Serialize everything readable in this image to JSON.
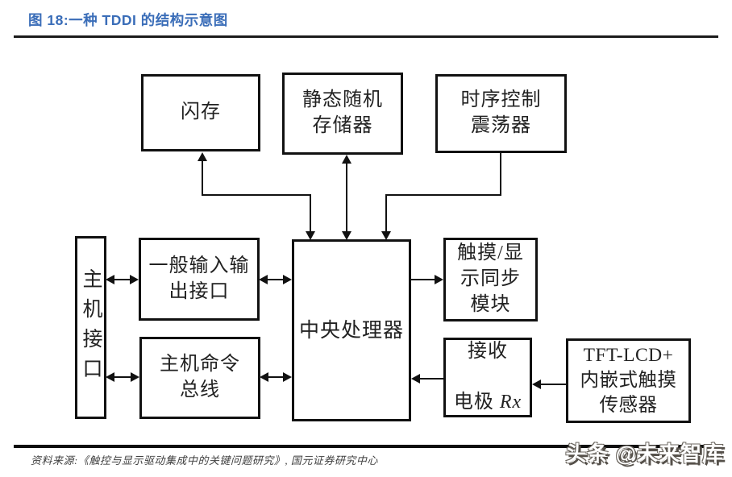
{
  "figure": {
    "title": "图 18:一种 TDDI 的结构示意图",
    "source_line": "资料来源:《触控与显示驱动集成中的关键问题研究》, 国元证券研究中心",
    "watermark": "头条 @未来智库"
  },
  "nodes": {
    "flash": {
      "label": "闪存"
    },
    "sram": {
      "label": "静态随机\n存储器"
    },
    "osc": {
      "label": "时序控制\n震荡器"
    },
    "hostif": {
      "label": "主机接口"
    },
    "gpio": {
      "label": "一般输入输\n出接口"
    },
    "hostbus": {
      "label": "主机命令\n总线"
    },
    "cpu": {
      "label": "中央处理器"
    },
    "touchsync": {
      "label": "触摸/显\n示同步\n模块"
    },
    "rx": {
      "line1": "接收",
      "line2_prefix": "电极 ",
      "line2_italic": "Rx"
    },
    "tft": {
      "label": "TFT-LCD+\n内嵌式触摸\n传感器"
    }
  },
  "edges": [
    {
      "from": "flash",
      "to": "cpu",
      "style": "elbow",
      "arrows": "both"
    },
    {
      "from": "sram",
      "to": "cpu",
      "style": "straight",
      "arrows": "both"
    },
    {
      "from": "osc",
      "to": "cpu",
      "style": "elbow",
      "arrows": "to"
    },
    {
      "from": "hostif",
      "to": "gpio",
      "arrows": "both"
    },
    {
      "from": "gpio",
      "to": "cpu",
      "arrows": "both"
    },
    {
      "from": "hostif",
      "to": "hostbus",
      "arrows": "both"
    },
    {
      "from": "hostbus",
      "to": "cpu",
      "arrows": "both"
    },
    {
      "from": "cpu",
      "to": "touchsync",
      "arrows": "to"
    },
    {
      "from": "rx",
      "to": "cpu",
      "arrows": "to"
    },
    {
      "from": "tft",
      "to": "rx",
      "arrows": "to"
    }
  ],
  "colors": {
    "title_blue": "#3a6db8",
    "line_black": "#111111",
    "source_gray": "#404040"
  }
}
